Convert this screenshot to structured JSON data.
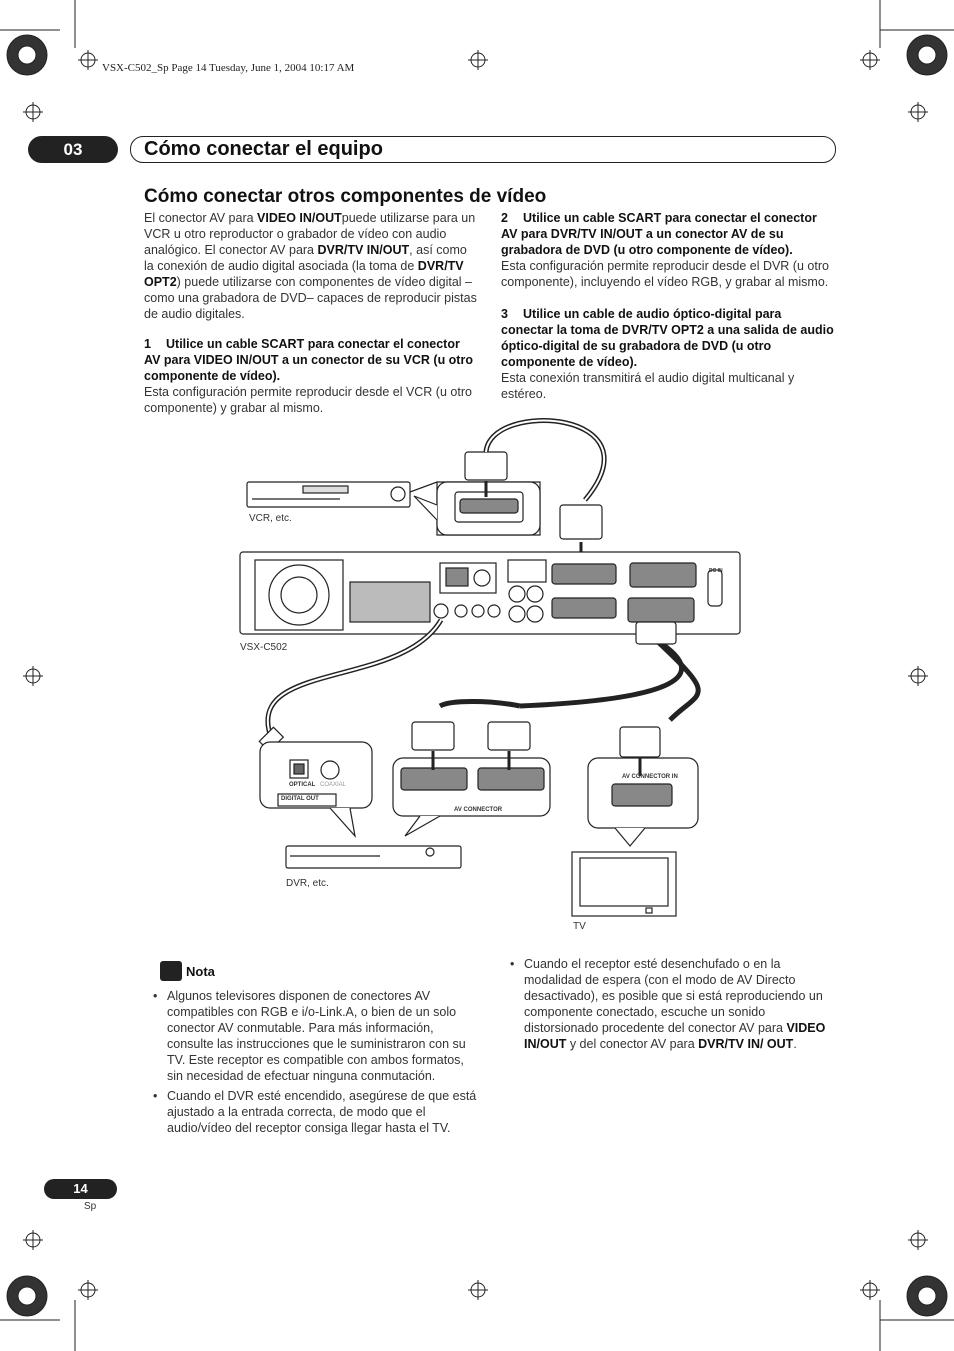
{
  "print_header": "VSX-C502_Sp  Page 14  Tuesday, June 1, 2004  10:17 AM",
  "chapter": {
    "number": "03",
    "title": "Cómo conectar el equipo"
  },
  "section_title": "Cómo conectar otros componentes de vídeo",
  "intro": {
    "t1": "El conector AV para ",
    "b1": "VIDEO IN/OUT",
    "t2": "puede utilizarse para un VCR u otro reproductor o grabador de vídeo con audio analógico. El conector AV para ",
    "b2": "DVR/TV IN/OUT",
    "t3": ", así como la conexión de audio digital asociada (la toma de ",
    "b3": "DVR/TV OPT2",
    "t4": ") puede utilizarse con componentes de vídeo digital –como una grabadora de DVD– capaces de reproducir pistas de audio digitales."
  },
  "steps": [
    {
      "num": "1",
      "title": "Utilice un cable SCART para conectar el conector AV para VIDEO IN/OUT a un conector de su VCR (u otro componente de vídeo).",
      "body": "Esta configuración permite reproducir desde el VCR (u otro componente) y grabar al mismo."
    },
    {
      "num": "2",
      "title": "Utilice un cable SCART para conectar el conector AV para DVR/TV IN/OUT a un conector AV de su grabadora de DVD (u otro componente de vídeo).",
      "body": "Esta configuración permite reproducir desde el DVR (u otro componente), incluyendo el vídeo RGB, y grabar al mismo."
    },
    {
      "num": "3",
      "title": "Utilice un cable de audio óptico-digital para conectar la toma de DVR/TV OPT2 a una salida de audio óptico-digital de su grabadora de DVD (u otro componente de vídeo).",
      "body": "Esta conexión transmitirá el audio digital multicanal y estéreo."
    }
  ],
  "diagram": {
    "vcr_label": "VCR, etc.",
    "receiver_label": "VSX-C502",
    "dvr_label": "DVR, etc.",
    "tv_label": "TV",
    "optical": "OPTICAL",
    "coaxial": "COAXIAL",
    "digital_out": "DIGITAL OUT",
    "av_connector": "AV CONNECTOR",
    "av_connector_in": "AV CONNECTOR IN",
    "dc_in": "DC IN"
  },
  "nota": {
    "label": "Nota",
    "n1": "Algunos televisores disponen de conectores AV compatibles con RGB e i/o-Link.A, o bien de un solo conector AV conmutable. Para más información, consulte las instrucciones que le suministraron con su TV. Este receptor es compatible con ambos formatos, sin necesidad de efectuar ninguna conmutación.",
    "n2": "Cuando el DVR esté encendido, asegúrese de que está ajustado a la entrada correcta, de modo que el audio/vídeo del receptor consiga llegar hasta el TV.",
    "n3a": "Cuando el receptor esté desenchufado o en la modalidad de espera (con el modo de AV Directo desactivado), es posible que si está reproduciendo un componente conectado, escuche un sonido distorsionado procedente del conector AV para ",
    "n3b": "VIDEO IN/OUT",
    "n3c": " y del conector AV para ",
    "n3d": "DVR/TV IN/ OUT",
    "n3e": "."
  },
  "page_number": "14",
  "language": "Sp"
}
